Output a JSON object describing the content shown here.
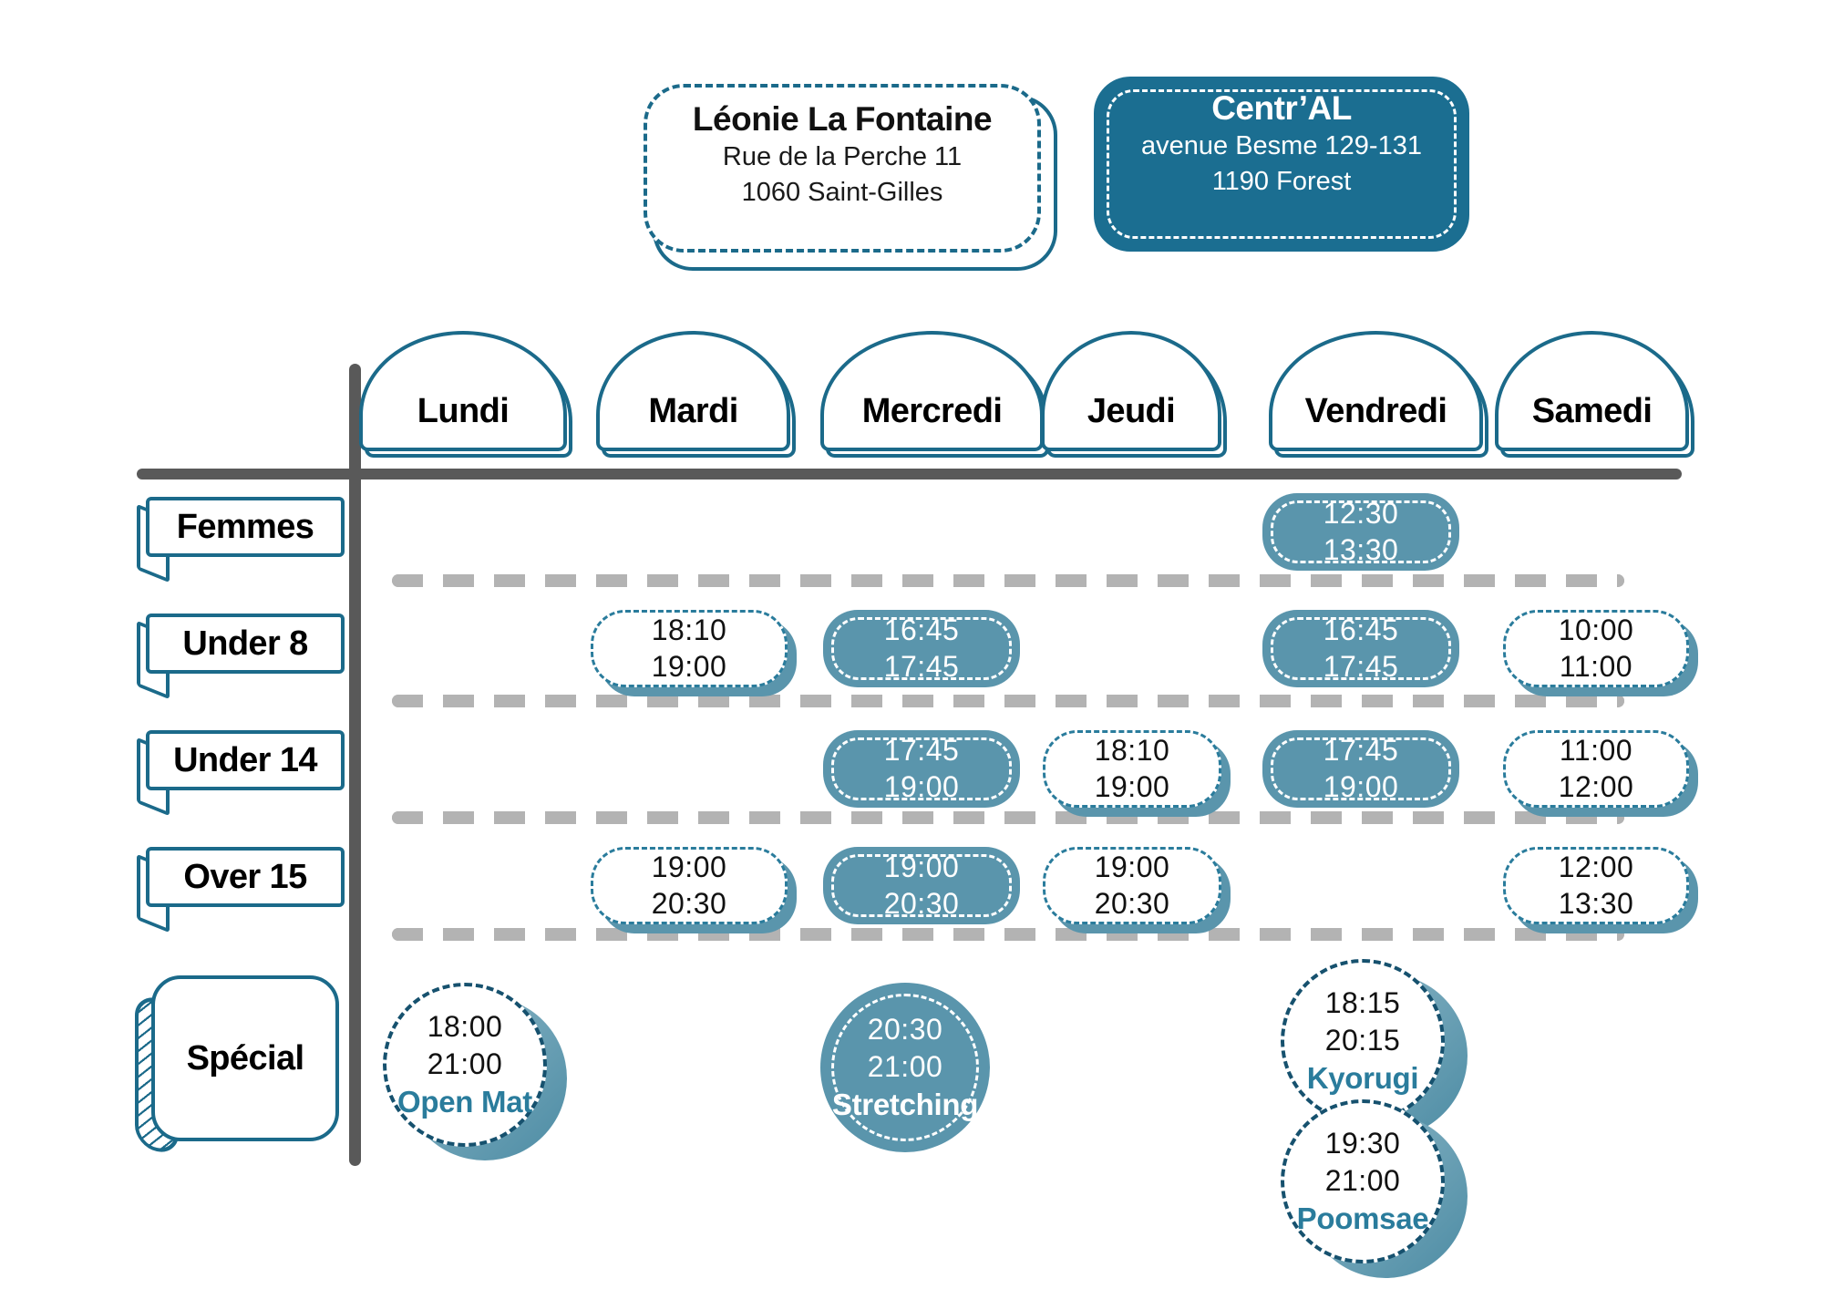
{
  "locations": [
    {
      "name": "leonie-la-fontaine",
      "title": "Léonie La Fontaine",
      "line1": "Rue de la Perche 11",
      "line2": "1060 Saint-Gilles",
      "style": "outline"
    },
    {
      "name": "central",
      "title": "Centr’AL",
      "line1": "avenue Besme 129-131",
      "line2": "1190 Forest",
      "style": "filled"
    }
  ],
  "days": [
    {
      "label": "Lundi"
    },
    {
      "label": "Mardi"
    },
    {
      "label": "Mercredi"
    },
    {
      "label": "Jeudi"
    },
    {
      "label": "Vendredi"
    },
    {
      "label": "Samedi"
    }
  ],
  "rows": [
    {
      "label": "Femmes"
    },
    {
      "label": "Under 8"
    },
    {
      "label": "Under 14"
    },
    {
      "label": "Over 15"
    },
    {
      "label": "Spécial"
    }
  ],
  "colors": {
    "brand_teal": "#1b6e91",
    "cell_fill": "#5a95ac",
    "axis_gray": "#595959",
    "separator_gray": "#b3b3b3",
    "tag_teal": "#2a7c9c"
  },
  "schedule": {
    "femmes": {
      "lundi": null,
      "mardi": null,
      "mercredi": null,
      "jeudi": null,
      "vendredi": {
        "start": "12:30",
        "end": "13:30",
        "venue": "filled"
      },
      "samedi": null
    },
    "under8": {
      "lundi": null,
      "mardi": {
        "start": "18:10",
        "end": "19:00",
        "venue": "outline"
      },
      "mercredi": {
        "start": "16:45",
        "end": "17:45",
        "venue": "filled"
      },
      "jeudi": null,
      "vendredi": {
        "start": "16:45",
        "end": "17:45",
        "venue": "filled"
      },
      "samedi": {
        "start": "10:00",
        "end": "11:00",
        "venue": "outline"
      }
    },
    "under14": {
      "lundi": null,
      "mardi": null,
      "mercredi": {
        "start": "17:45",
        "end": "19:00",
        "venue": "filled"
      },
      "jeudi": {
        "start": "18:10",
        "end": "19:00",
        "venue": "outline"
      },
      "vendredi": {
        "start": "17:45",
        "end": "19:00",
        "venue": "filled"
      },
      "samedi": {
        "start": "11:00",
        "end": "12:00",
        "venue": "outline"
      }
    },
    "over15": {
      "lundi": null,
      "mardi": {
        "start": "19:00",
        "end": "20:30",
        "venue": "outline"
      },
      "mercredi": {
        "start": "19:00",
        "end": "20:30",
        "venue": "filled"
      },
      "jeudi": {
        "start": "19:00",
        "end": "20:30",
        "venue": "outline"
      },
      "vendredi": null,
      "samedi": {
        "start": "12:00",
        "end": "13:30",
        "venue": "outline"
      }
    },
    "special": {
      "lundi": {
        "start": "18:00",
        "end": "21:00",
        "tag": "Open Mat",
        "venue": "outline"
      },
      "mercredi": {
        "start": "20:30",
        "end": "21:00",
        "tag": "Stretching",
        "venue": "filled"
      },
      "vendredi_1": {
        "start": "18:15",
        "end": "20:15",
        "tag": "Kyorugi",
        "venue": "outline"
      },
      "vendredi_2": {
        "start": "19:30",
        "end": "21:00",
        "tag": "Poomsae",
        "venue": "outline"
      }
    }
  }
}
